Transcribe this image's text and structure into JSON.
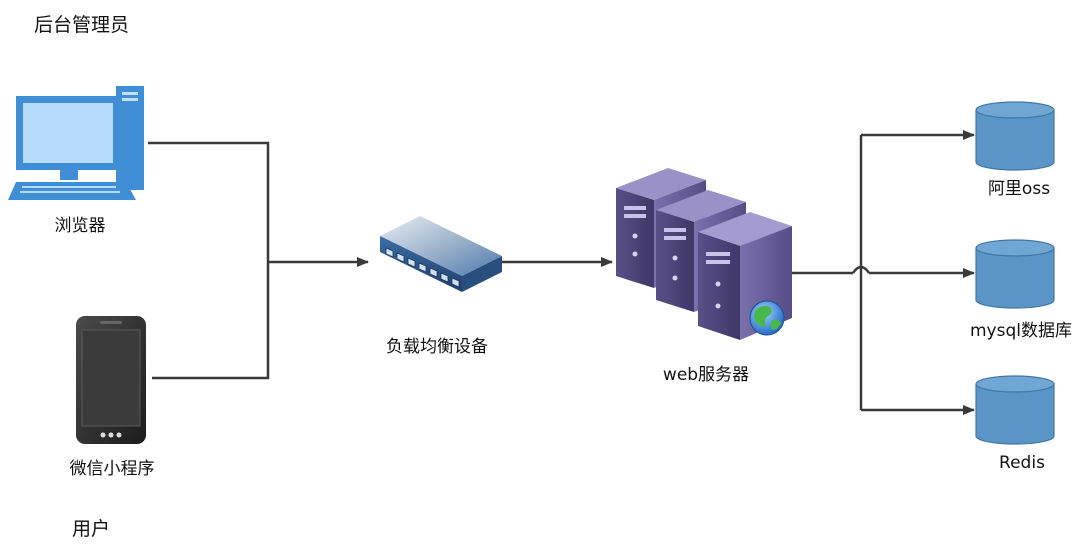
{
  "labels": {
    "admin": "后台管理员",
    "user": "用户",
    "browser": "浏览器",
    "miniprogram": "微信小程序",
    "load_balancer": "负载均衡设备",
    "web_server": "web服务器",
    "aliyun_oss": "阿里oss",
    "mysql": "mysql数据库",
    "redis": "Redis"
  },
  "colors": {
    "line": "#3a3a3a",
    "db_fill": "#5b95c5",
    "db_stroke": "#3f77a8",
    "server_face": "#4f4577",
    "server_side": "#6c62a0",
    "server_top": "#8b82bb",
    "lb_top": "#5d8cbf",
    "lb_front": "#2f5b8f",
    "pc_blue": "#3f8ed6",
    "phone_body": "#2b2b2b"
  },
  "icons": {
    "browser": "desktop-computer-icon",
    "miniprogram": "smartphone-icon",
    "load_balancer": "network-switch-icon",
    "web_server": "server-stack-icon",
    "globe": "globe-icon",
    "database": "database-cylinder-icon"
  }
}
